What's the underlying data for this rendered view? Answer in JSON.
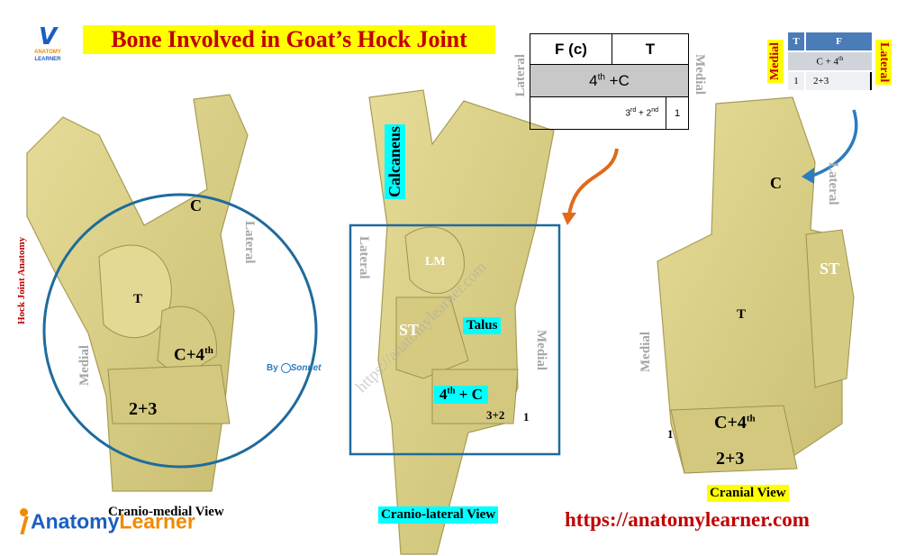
{
  "title": "Bone Involved in Goat’s Hock Joint",
  "logo_small": {
    "line1": "ANATOMY",
    "line2": "LEARNER"
  },
  "side_label": "Hock Joint Anatomy",
  "signature": "By",
  "signature_name": "Sonnet",
  "colors": {
    "title_bg": "#ffff00",
    "title_text": "#c00000",
    "bone": "#d9d08a",
    "circle": "#1f6b9c",
    "highlight": "#00ffff",
    "url": "#c00000",
    "logo_blue": "#1a5fc0",
    "logo_orange": "#f08a00",
    "arrow_orange": "#e06a1a",
    "arrow_blue": "#2c7bc0"
  },
  "view1": {
    "caption": "Cranio-medial View",
    "lateral": "Lateral",
    "medial": "Medial",
    "labels": {
      "c": "C",
      "t": "T",
      "c4": "C+4",
      "c4_sup": "th",
      "two_three": "2+3"
    }
  },
  "view2": {
    "caption": "Cranio-lateral View",
    "calcaneus": "Calcaneus",
    "lateral": "Lateral",
    "medial": "Medial",
    "labels": {
      "lm": "LM",
      "st": "ST",
      "talus": "Talus",
      "fourth": "4",
      "fourth_sup": "th",
      "fourth_rest": " + C",
      "three_two": "3+2",
      "one": "1"
    },
    "watermark": "https://anatomylearner.com"
  },
  "view3": {
    "caption": "Cranial View",
    "lateral": "Lateral",
    "medial": "Medial",
    "labels": {
      "c": "C",
      "st": "ST",
      "t": "T",
      "c4": "C+4",
      "c4_sup": "th",
      "one": "1",
      "two_three": "2+3"
    }
  },
  "table1": {
    "lateral": "Lateral",
    "medial": "Medial",
    "r1c1": "F (c)",
    "r1c2": "T",
    "r2": "4",
    "r2_sup": "th",
    "r2_rest": " +C",
    "r3_a": "3",
    "r3_a_sup": "rd",
    "r3_b": " + 2",
    "r3_b_sup": "nd",
    "r3_c": "1"
  },
  "table2": {
    "medial": "Medial",
    "lateral": "Lateral",
    "h1": "T",
    "h2": "F",
    "r2": "C + 4",
    "r2_sup": "th",
    "r3_a": "1",
    "r3_b": "2+3"
  },
  "logo": {
    "part1": "Anatomy",
    "part2": "Learner"
  },
  "url": "https://anatomylearner.com"
}
